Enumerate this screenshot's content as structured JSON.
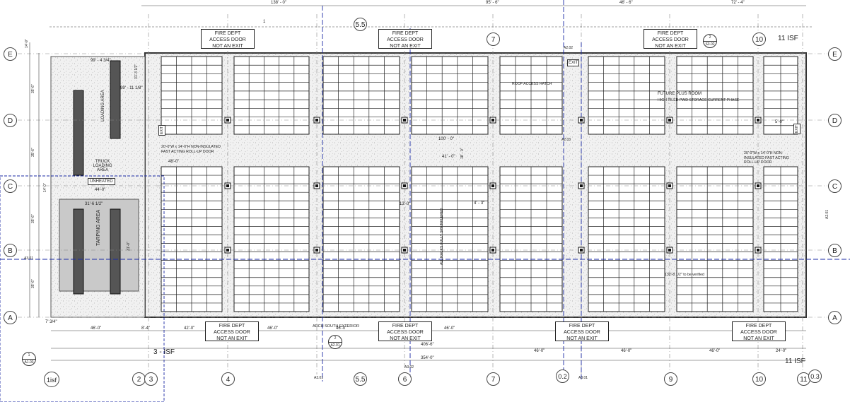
{
  "grid_top": [
    "5.5",
    "7",
    "10",
    "11 ISF"
  ],
  "grid_bottom": [
    "1isf",
    "2",
    "3",
    "4",
    "5.5",
    "6",
    "7",
    "0.2",
    "9",
    "10",
    "11",
    "0.3"
  ],
  "grid_rows": [
    "E",
    "D",
    "C",
    "B",
    "A"
  ],
  "top_dims": [
    "138' - 0\"",
    "95' - 6\"",
    "46' - 6\"",
    "72' - 4\""
  ],
  "left_dims": [
    "14'-9\"",
    "35'-6\"",
    "35'-6\"",
    "14'-0\"",
    "35'-6\"",
    "35'-6\""
  ],
  "fire_door": {
    "l1": "FIRE DEPT",
    "l2": "ACCESS DOOR",
    "l3": "NOT AN EXIT"
  },
  "labels": {
    "exit": "EXIT",
    "roof_hatch": "ROOF ACCESS HATCH",
    "future_room": "FUTURE PLUS ROOM",
    "storage_phase": "HIGH PILED PWD STORAGE CURRENT PHASE",
    "rollup_left": "20'-0\"W x 14'-0\"H NON-INSULATED FAST ACTING ROLL-UP DOOR",
    "rollup_right": "20'-0\"W x 14'-0\"H NON-INSULATED FAST ACTING ROLL-UP DOOR",
    "truck_loading": "TRUCK LOADING AREA",
    "unheated": "UNHEATED",
    "loading_area": "LOADING AREA",
    "tarping_area": "TARPING AREA",
    "arch_south": "ARCH SOUTH EXTERIOR",
    "to_be_verified": "132'-8 1/2\" to be verified",
    "isf3": "3 - ISF",
    "isf11": "11 ISF",
    "rack_note": "ALL RACKS FULLY SPRINKLERED"
  },
  "mid_dims": {
    "d48": "48'-0\"",
    "d41": "41' - 0\"",
    "d100": "100' - 0\"",
    "d18": "18' - 0\"",
    "d44": "44'-0\"",
    "d99a": "99' - 4 3/4\"",
    "d99b": "99' - 11 1/8\"",
    "d31a": "31'-6 1/2\"",
    "d31b": "31'-3 1/2\"",
    "d31c": "31'-0\"",
    "d4": "4' - 3\"",
    "d13": "13'-0\"",
    "d5": "5'-0\""
  },
  "bottom_dims": {
    "b73": "7' 3/4\"",
    "b46a": "46'-0\"",
    "b84": "8'-4\"",
    "b42": "42'-0\"",
    "b46b": "46'-0\"",
    "b46c": "46'-0\"",
    "b46d": "46'-0\"",
    "b46e": "46'-0\"",
    "b46f": "46'-0\"",
    "b46g": "46'-0\"",
    "b24": "24'-0\"",
    "b406": "406'-6\"",
    "b354": "354'-0\""
  },
  "section_tags": {
    "s1": {
      "top": "1",
      "bot": "A1.03"
    },
    "s2": {
      "top": "2",
      "bot": "A2.01"
    },
    "s3": {
      "top": "2",
      "bot": "S3.02"
    },
    "s4": {
      "top": "",
      "bot": "A3.01"
    },
    "s5": {
      "top": "",
      "bot": "A3.02"
    },
    "s6": {
      "top": "",
      "bot": "A2.02"
    },
    "s7": {
      "top": "",
      "bot": "A2.03"
    },
    "s8": {
      "top": "",
      "bot": "A3.01"
    },
    "s9": {
      "top": "",
      "bot": "A3.01"
    },
    "s10": {
      "top": "",
      "bot": "A2.01"
    }
  },
  "revision": "1"
}
